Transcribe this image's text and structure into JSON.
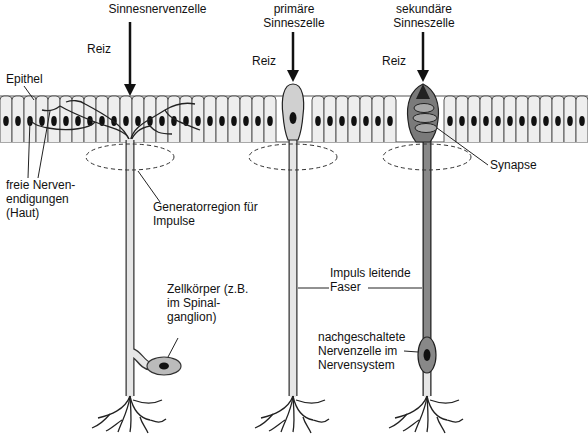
{
  "diagram": {
    "labels": [
      "Sinnesnervenzelle",
      "primäre Sinneszelle",
      "sekundäre Sinneszelle",
      "Reiz",
      "Reiz",
      "Reiz",
      "Epithel",
      "freie Nerven- endigungen (Haut)",
      "Generatorregion für Impulse",
      "Zellkörper (z.B. im Spinal- ganglion)",
      "Impuls leitende Faser",
      "Synapse",
      "nachgeschaltete Nervenzelle im Nervensystem"
    ]
  }
}
